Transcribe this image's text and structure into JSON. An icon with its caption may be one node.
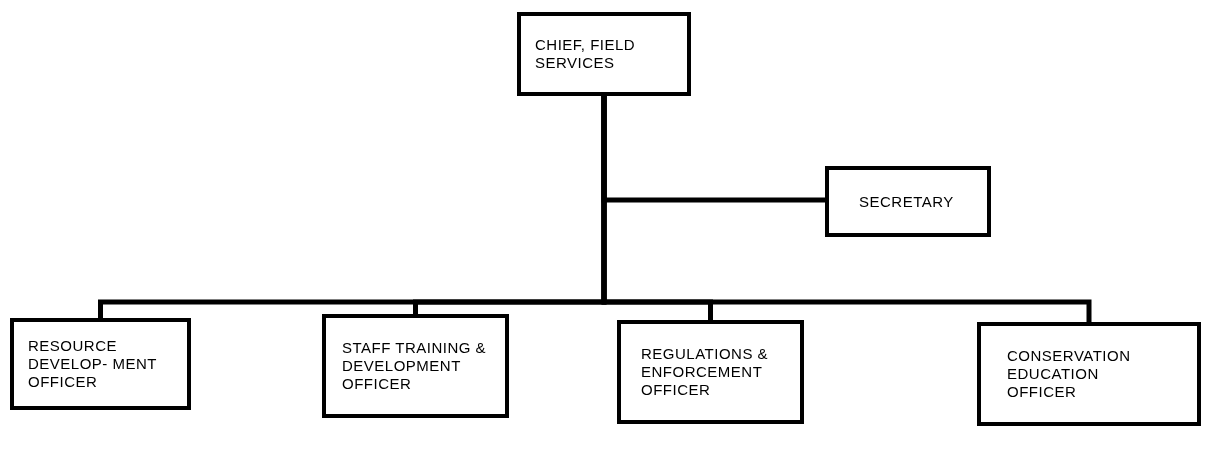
{
  "diagram": {
    "nodes": [
      {
        "text": [
          "CHIEF, FIELD SERVICES"
        ]
      },
      {
        "text": [
          "SECRETARY"
        ]
      },
      {
        "text": [
          "RESOURCE DEVELOP- MENT OFFICER"
        ]
      },
      {
        "text": [
          "STAFF TRAINING & DEVELOPMENT OFFICER"
        ]
      },
      {
        "text": [
          "REGULATIONS & ENFORCEMENT OFFICER"
        ]
      },
      {
        "text": [
          "CONSERVATION EDUCATION OFFICER"
        ]
      }
    ],
    "edges": [
      {
        "from": 0,
        "to": 1,
        "arrow": "none"
      },
      {
        "from": 0,
        "to": 2,
        "arrow": "none"
      },
      {
        "from": 0,
        "to": 3,
        "arrow": "none"
      },
      {
        "from": 0,
        "to": 4,
        "arrow": "none"
      },
      {
        "from": 0,
        "to": 5,
        "arrow": "none"
      }
    ]
  }
}
